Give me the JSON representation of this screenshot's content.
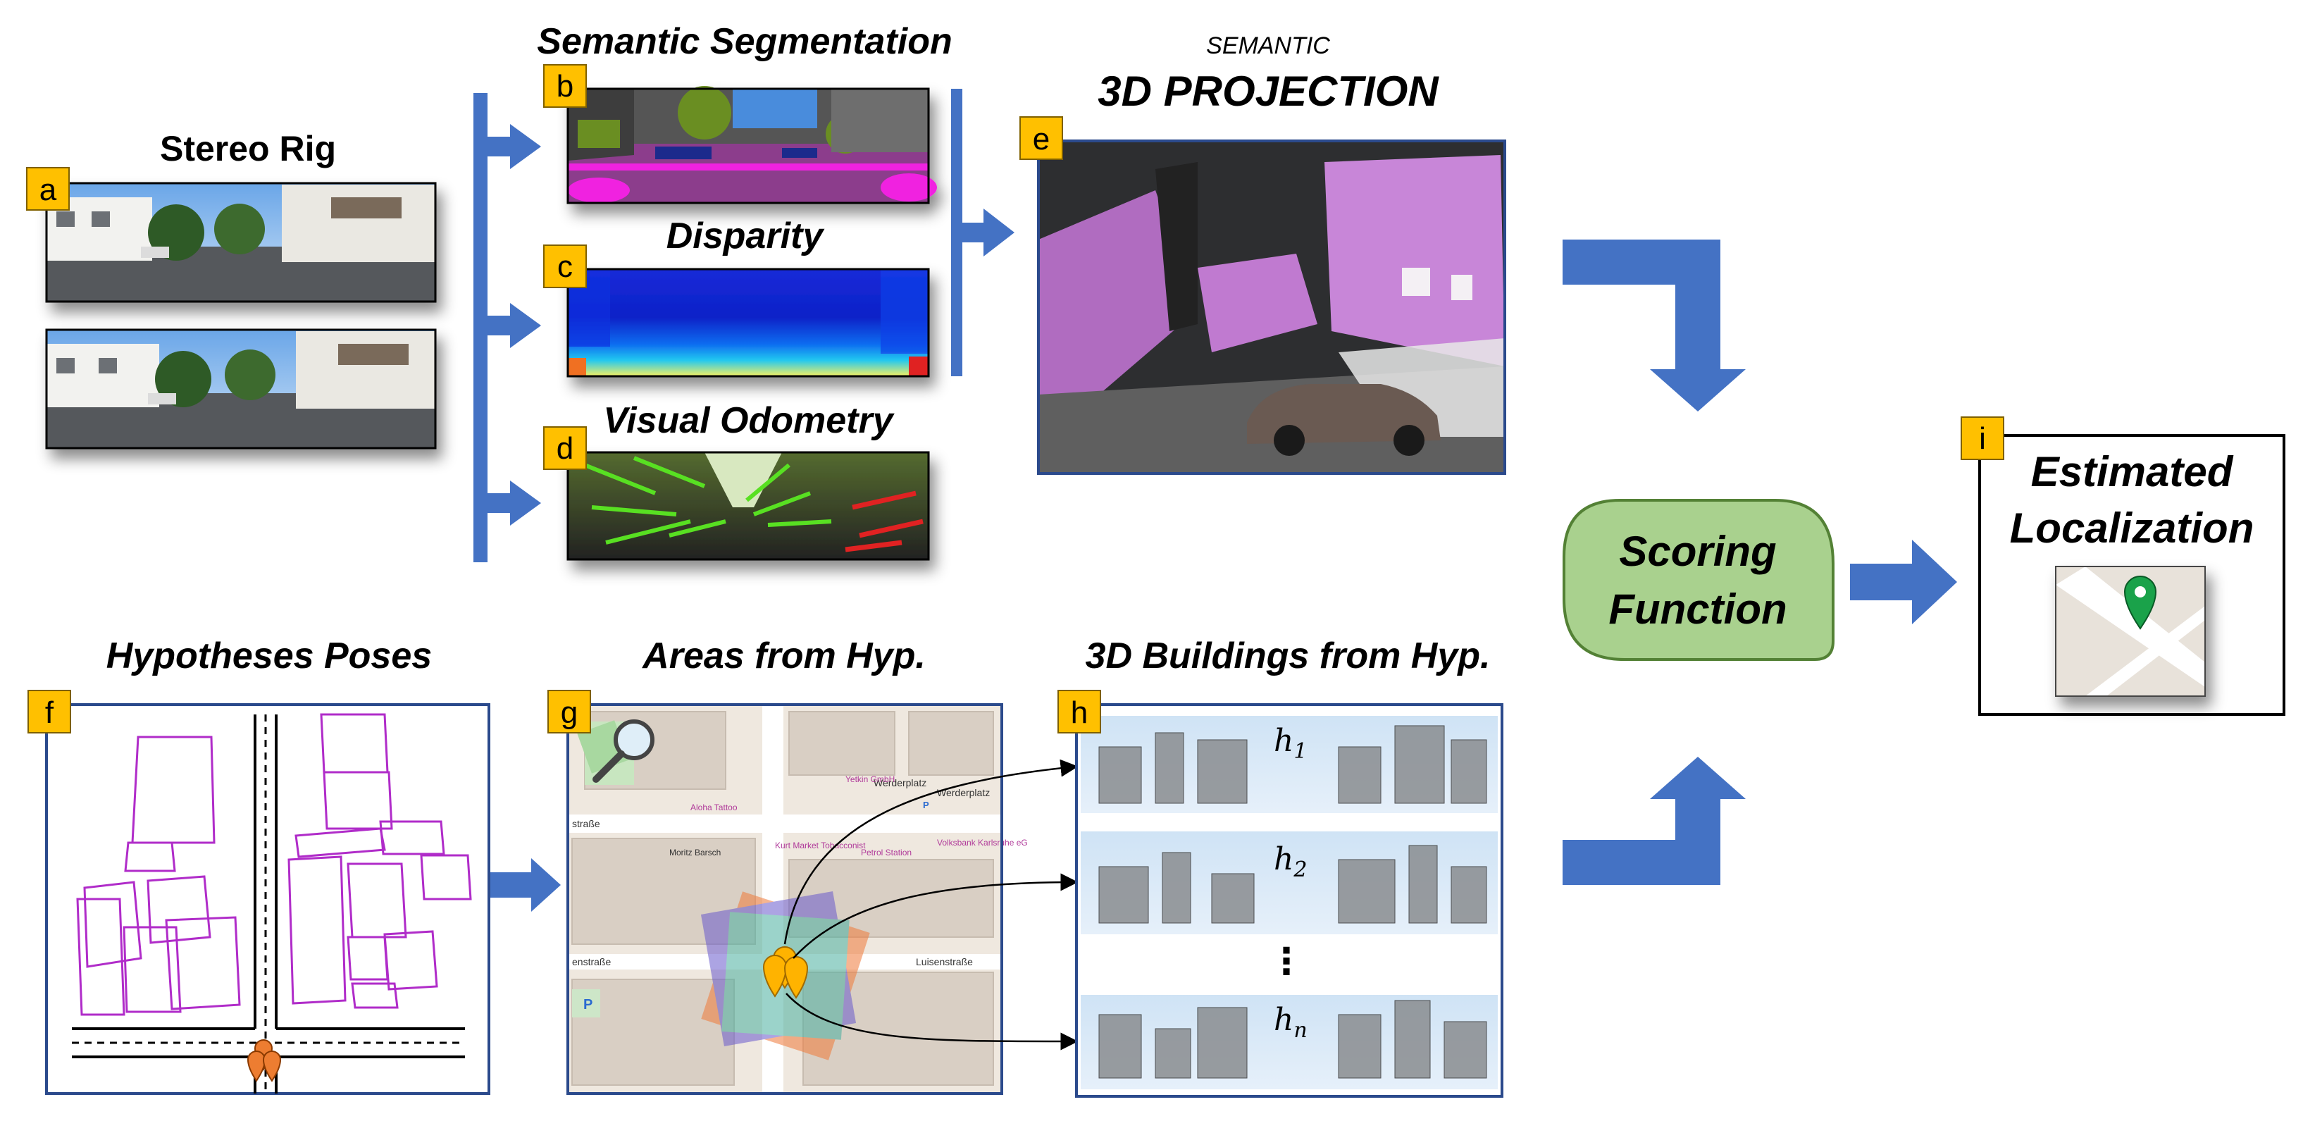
{
  "titles": {
    "stereo": "Stereo Rig",
    "semseg": "Semantic Segmentation",
    "disparity": "Disparity",
    "odometry": "Visual Odometry",
    "proj_small": "SEMANTIC",
    "proj_big": "3D PROJECTION",
    "hyp": "Hypotheses Poses",
    "areas": "Areas from Hyp.",
    "buildings": "3D Buildings from Hyp.",
    "scoring_1": "Scoring",
    "scoring_2": "Function",
    "est_1": "Estimated",
    "est_2": "Localization"
  },
  "tags": {
    "a": "a",
    "b": "b",
    "c": "c",
    "d": "d",
    "e": "e",
    "f": "f",
    "g": "g",
    "h": "h",
    "i": "i"
  },
  "hyp_labels": {
    "h1": "h",
    "h1_sub": "1",
    "h2": "h",
    "h2_sub": "2",
    "hn": "h",
    "hn_sub": "n",
    "dots": "⋮"
  },
  "map_labels": {
    "werderplatz_1": "Werderplatz",
    "werderplatz_2": "Werderplatz",
    "strasse": "straße",
    "luisenstrasse": "Luisenstraße",
    "luisenstrasse_left": "enstraße",
    "alpha": "Aloha Tattoo",
    "moritz": "Moritz Barsch",
    "kurt": "Kurt Market Tobacconist",
    "petrol": "Petrol Station",
    "volksbank": "Volksbank Karlsruhe eG",
    "yetkin": "Yetkin GmbH",
    "parking": "P"
  },
  "colors": {
    "arrow_blue": "#4472c4",
    "tag_fill": "#ffc000",
    "scoring_fill": "#a9d18e",
    "scoring_stroke": "#538135",
    "building_magenta": "#b02cc9",
    "pin_orange": "#ffb300"
  }
}
